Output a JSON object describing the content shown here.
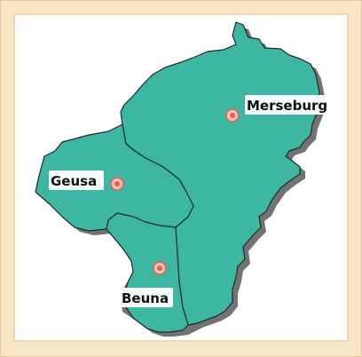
{
  "map": {
    "colors": {
      "frame": "#f7e6c8",
      "region_fill": "#3eb7a2",
      "region_stroke": "#1d2a2a",
      "shadow": "#5a5a5a",
      "marker": "#d96452"
    },
    "places": [
      {
        "id": "merseburg",
        "label": "Merseburg"
      },
      {
        "id": "geusa",
        "label": "Geusa"
      },
      {
        "id": "beuna",
        "label": "Beuna"
      }
    ]
  }
}
